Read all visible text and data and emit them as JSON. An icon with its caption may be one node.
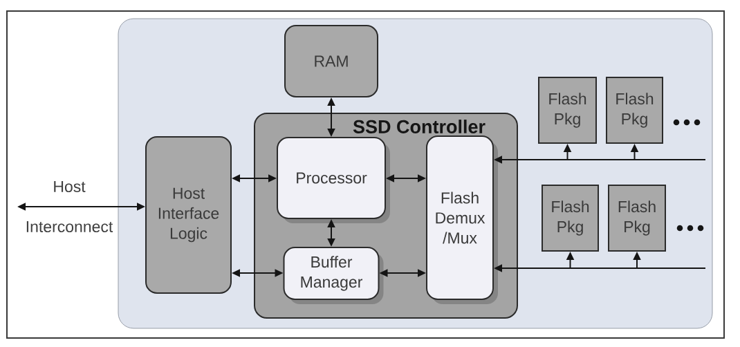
{
  "diagram": {
    "nodes": [
      {
        "text": [],
        "shape": "box"
      },
      {
        "text": [
          "RAM"
        ],
        "in": 0
      },
      {
        "text": [
          "SSD Controller"
        ],
        "in": 0
      },
      {
        "text": [
          "Host Interface Logic"
        ],
        "in": 0
      },
      {
        "text": [
          "Processor"
        ],
        "in": 2
      },
      {
        "text": [
          "Buffer Manager"
        ],
        "in": 2
      },
      {
        "text": [
          "Flash Demux /Mux"
        ],
        "in": 2
      },
      {
        "text": [
          "Flash Pkg"
        ],
        "in": 0
      },
      {
        "text": [
          "Flash Pkg"
        ],
        "in": 0
      },
      {
        "text": [
          "Flash Pkg"
        ],
        "in": 0
      },
      {
        "text": [
          "Flash Pkg"
        ],
        "in": 0
      }
    ],
    "edges": [
      {
        "from": null,
        "to": 3,
        "arrow": "both",
        "label": "Host Interconnect"
      },
      {
        "from": 1,
        "to": 4,
        "arrow": "both"
      },
      {
        "from": 3,
        "to": 4,
        "arrow": "both"
      },
      {
        "from": 3,
        "to": 5,
        "arrow": "both"
      },
      {
        "from": 4,
        "to": 5,
        "arrow": "both"
      },
      {
        "from": 4,
        "to": 6,
        "arrow": "both"
      },
      {
        "from": 5,
        "to": 6,
        "arrow": "both"
      },
      {
        "from": null,
        "to": 6,
        "arrow": "to"
      },
      {
        "from": null,
        "to": 7,
        "arrow": "to"
      },
      {
        "from": null,
        "to": 8,
        "arrow": "to"
      },
      {
        "from": null,
        "to": 6,
        "arrow": "to"
      },
      {
        "from": null,
        "to": 9,
        "arrow": "to"
      },
      {
        "from": null,
        "to": 10,
        "arrow": "to"
      }
    ]
  }
}
